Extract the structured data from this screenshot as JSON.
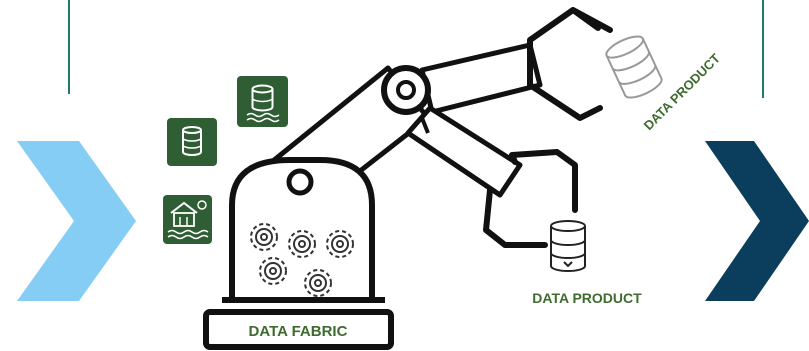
{
  "labels": {
    "data_fabric": "DATA FABRIC",
    "data_product_rotated": "DATA PRODUCT",
    "data_product_bottom": "DATA PRODUCT"
  },
  "icons": [
    {
      "name": "database-waves-icon"
    },
    {
      "name": "database-icon"
    },
    {
      "name": "data-lakehouse-icon"
    },
    {
      "name": "database-cylinder-icon"
    },
    {
      "name": "database-download-icon"
    },
    {
      "name": "gear-icon"
    },
    {
      "name": "chevron-right-light-icon"
    },
    {
      "name": "chevron-right-dark-icon"
    }
  ],
  "colors": {
    "chevron_light": "#86CDF5",
    "chevron_dark": "#0B3D5C",
    "label_green": "#3E6B2E",
    "tile_green": "#2F5E34",
    "divider_teal": "#1F7A6A",
    "outline": "#111111"
  }
}
